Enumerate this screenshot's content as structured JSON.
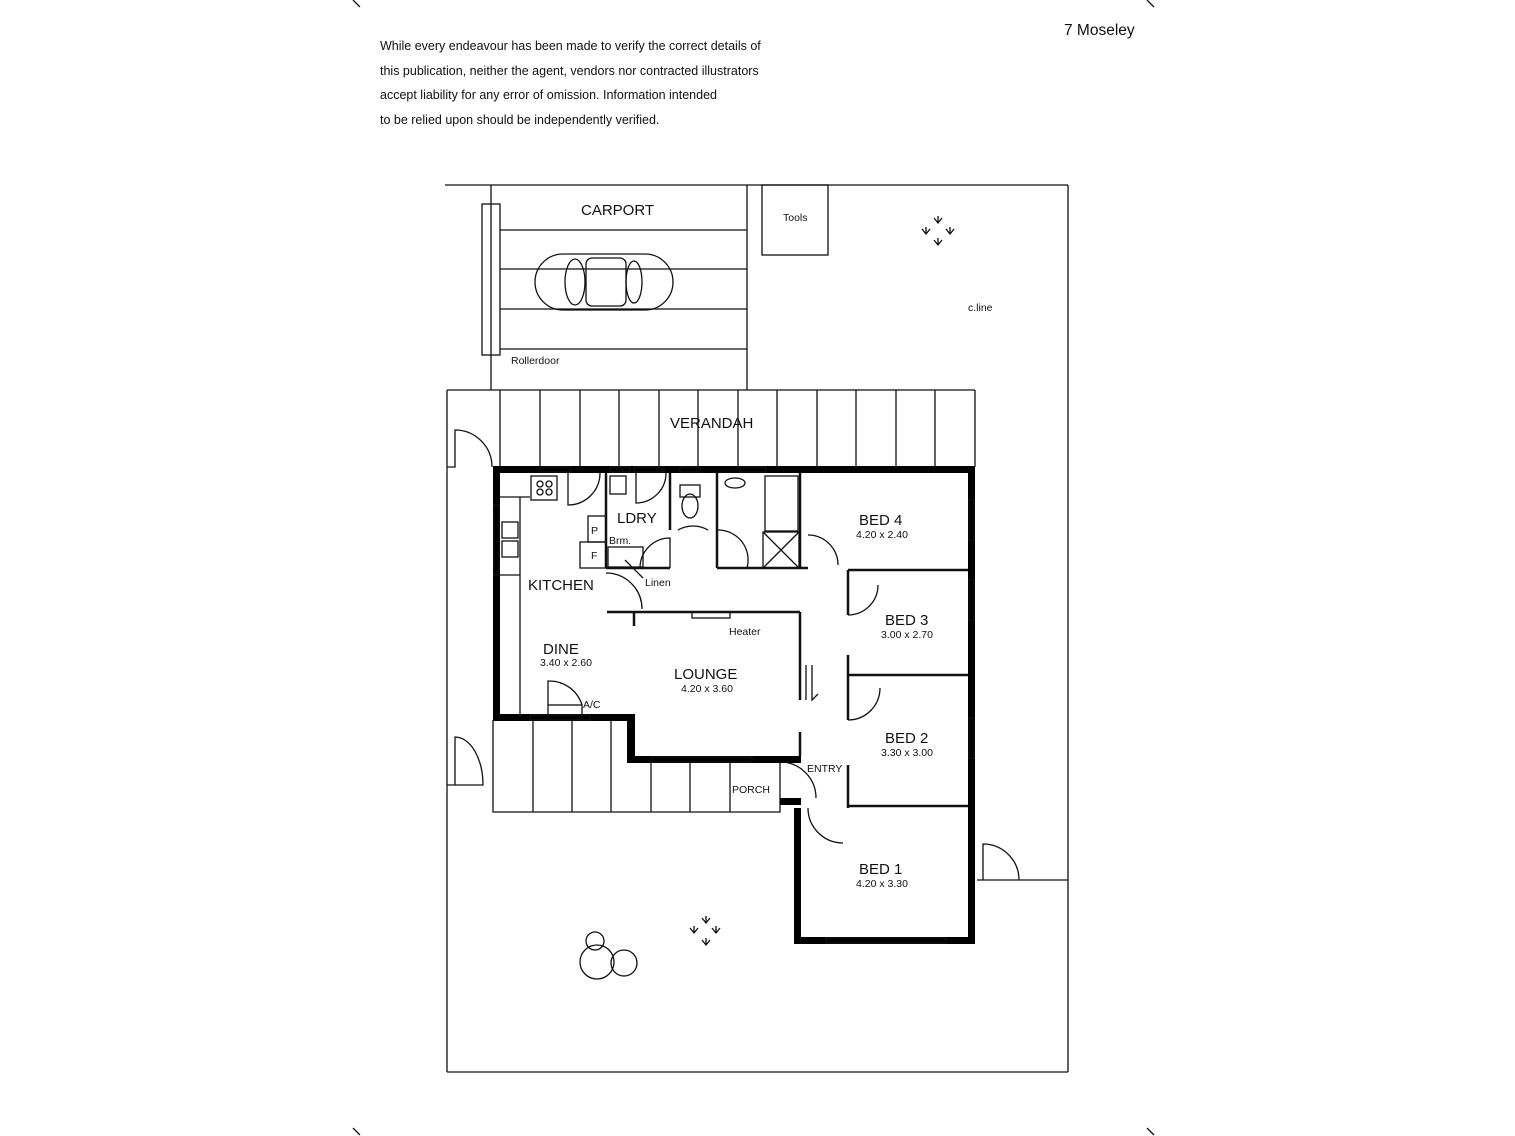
{
  "header": {
    "title": "7 Moseley",
    "disclaimer": [
      "While every endeavour has been made to verify the correct details of",
      "this publication, neither the agent, vendors nor contracted illustrators",
      "accept liability for any error of omission. Information intended",
      "to be relied upon should be independently verified."
    ]
  },
  "plan": {
    "carport": "CARPORT",
    "tools": "Tools",
    "rollerdoor": "Rollerdoor",
    "cline": "c.line",
    "verandah": "VERANDAH",
    "kitchen": "KITCHEN",
    "ldry": "LDRY",
    "pantry": "P",
    "fridge": "F",
    "broom": "Brm.",
    "linen": "Linen",
    "heater": "Heater",
    "ac": "A/C",
    "entry": "ENTRY",
    "porch": "PORCH",
    "rooms": [
      {
        "name": "DINE",
        "dims": "3.40 x 2.60"
      },
      {
        "name": "LOUNGE",
        "dims": "4.20 x 3.60"
      },
      {
        "name": "BED 4",
        "dims": "4.20 x 2.40"
      },
      {
        "name": "BED 3",
        "dims": "3.00 x 2.70"
      },
      {
        "name": "BED 2",
        "dims": "3.30 x 3.00"
      },
      {
        "name": "BED 1",
        "dims": "4.20 x 3.30"
      }
    ]
  }
}
